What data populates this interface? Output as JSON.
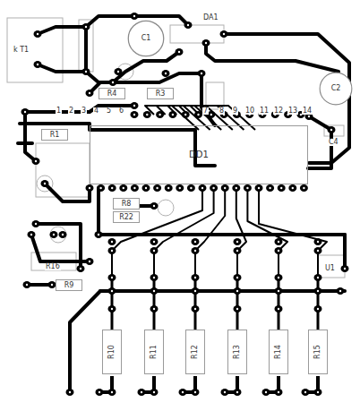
{
  "diagram": {
    "nodes": [
      {
        "text": [
          "R10"
        ]
      },
      {
        "text": [
          "R11"
        ]
      },
      {
        "text": [
          "R12"
        ]
      },
      {
        "text": [
          "R13"
        ]
      },
      {
        "text": [
          "R14"
        ]
      },
      {
        "text": [
          "R15"
        ]
      },
      {
        "text": [
          "R4"
        ]
      },
      {
        "text": [
          "R3"
        ]
      },
      {
        "text": [
          "R1"
        ]
      },
      {
        "text": [
          "R8"
        ]
      },
      {
        "text": [
          "R22"
        ]
      },
      {
        "text": [
          "R9"
        ]
      },
      {
        "text": [
          "DD1"
        ]
      },
      {
        "text": [
          "C1"
        ]
      },
      {
        "text": [
          "C2"
        ]
      }
    ],
    "labels": [
      "k T1",
      "DA1",
      "C4",
      "R16",
      "U1",
      "1",
      "2",
      "3",
      "4",
      "5",
      "6",
      "7",
      "8",
      "9",
      "10",
      "11",
      "12",
      "13",
      "14"
    ]
  }
}
